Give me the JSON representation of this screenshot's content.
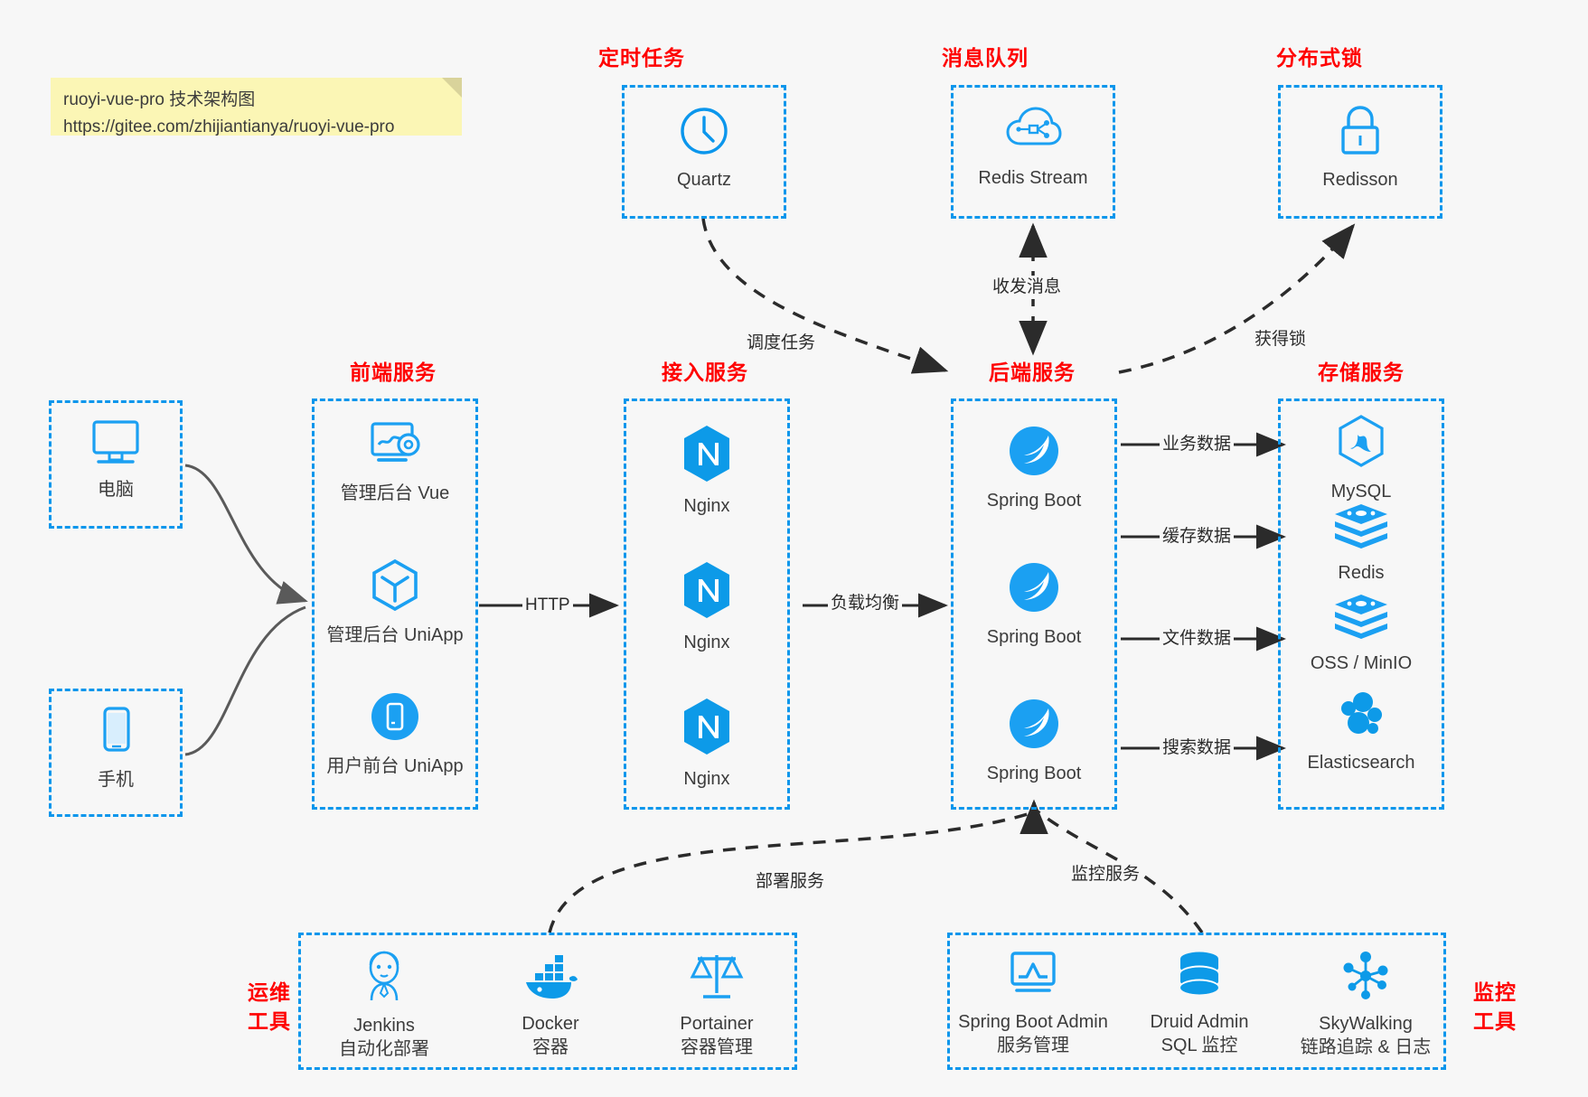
{
  "note": {
    "line1": "ruoyi-vue-pro 技术架构图",
    "line2": "https://gitee.com/zhijiantianya/ruoyi-vue-pro"
  },
  "colors": {
    "accent_blue": "#0b96ec",
    "title_red": "#ff0000",
    "background": "#f7f7f7",
    "wire_gray": "#5a5a5a",
    "wire_dark": "#2b2b2b"
  },
  "groups": {
    "scheduler": {
      "title": "定时任务",
      "items": [
        {
          "icon": "clock-icon",
          "label": "Quartz"
        }
      ]
    },
    "message_queue": {
      "title": "消息队列",
      "items": [
        {
          "icon": "cloud-network-icon",
          "label": "Redis Stream"
        }
      ]
    },
    "distributed_lock": {
      "title": "分布式锁",
      "items": [
        {
          "icon": "padlock-icon",
          "label": "Redisson"
        }
      ]
    },
    "clients": {
      "items": [
        {
          "icon": "monitor-icon",
          "label": "电脑"
        },
        {
          "icon": "phone-icon",
          "label": "手机"
        }
      ]
    },
    "frontend": {
      "title": "前端服务",
      "items": [
        {
          "icon": "dashboard-gear-icon",
          "label": "管理后台 Vue"
        },
        {
          "icon": "cube-icon",
          "label": "管理后台 UniApp"
        },
        {
          "icon": "mobile-app-icon",
          "label": "用户前台 UniApp"
        }
      ]
    },
    "gateway": {
      "title": "接入服务",
      "items": [
        {
          "icon": "nginx-icon",
          "label": "Nginx"
        },
        {
          "icon": "nginx-icon",
          "label": "Nginx"
        },
        {
          "icon": "nginx-icon",
          "label": "Nginx"
        }
      ]
    },
    "backend": {
      "title": "后端服务",
      "items": [
        {
          "icon": "spring-boot-icon",
          "label": "Spring Boot"
        },
        {
          "icon": "spring-boot-icon",
          "label": "Spring Boot"
        },
        {
          "icon": "spring-boot-icon",
          "label": "Spring Boot"
        }
      ]
    },
    "storage": {
      "title": "存储服务",
      "items": [
        {
          "icon": "mysql-icon",
          "label": "MySQL"
        },
        {
          "icon": "redis-icon",
          "label": "Redis"
        },
        {
          "icon": "minio-icon",
          "label": "OSS / MinIO"
        },
        {
          "icon": "elasticsearch-icon",
          "label": "Elasticsearch"
        }
      ]
    },
    "devops": {
      "title_line1": "运维",
      "title_line2": "工具",
      "items": [
        {
          "icon": "jenkins-icon",
          "label": "Jenkins",
          "sub": "自动化部署"
        },
        {
          "icon": "docker-icon",
          "label": "Docker",
          "sub": "容器"
        },
        {
          "icon": "portainer-scales-icon",
          "label": "Portainer",
          "sub": "容器管理"
        }
      ]
    },
    "monitoring": {
      "title_line1": "监控",
      "title_line2": "工具",
      "items": [
        {
          "icon": "monitor-chart-icon",
          "label": "Spring Boot Admin",
          "sub": "服务管理"
        },
        {
          "icon": "database-icon",
          "label": "Druid Admin",
          "sub": "SQL 监控"
        },
        {
          "icon": "skywalking-icon",
          "label": "SkyWalking",
          "sub": "链路追踪 & 日志"
        }
      ]
    }
  },
  "edges": {
    "http": "HTTP",
    "load_balance": "负载均衡",
    "schedule_task": "调度任务",
    "send_receive_message": "收发消息",
    "acquire_lock": "获得锁",
    "business_data": "业务数据",
    "cache_data": "缓存数据",
    "file_data": "文件数据",
    "search_data": "搜索数据",
    "deploy_service": "部署服务",
    "monitor_service": "监控服务"
  }
}
